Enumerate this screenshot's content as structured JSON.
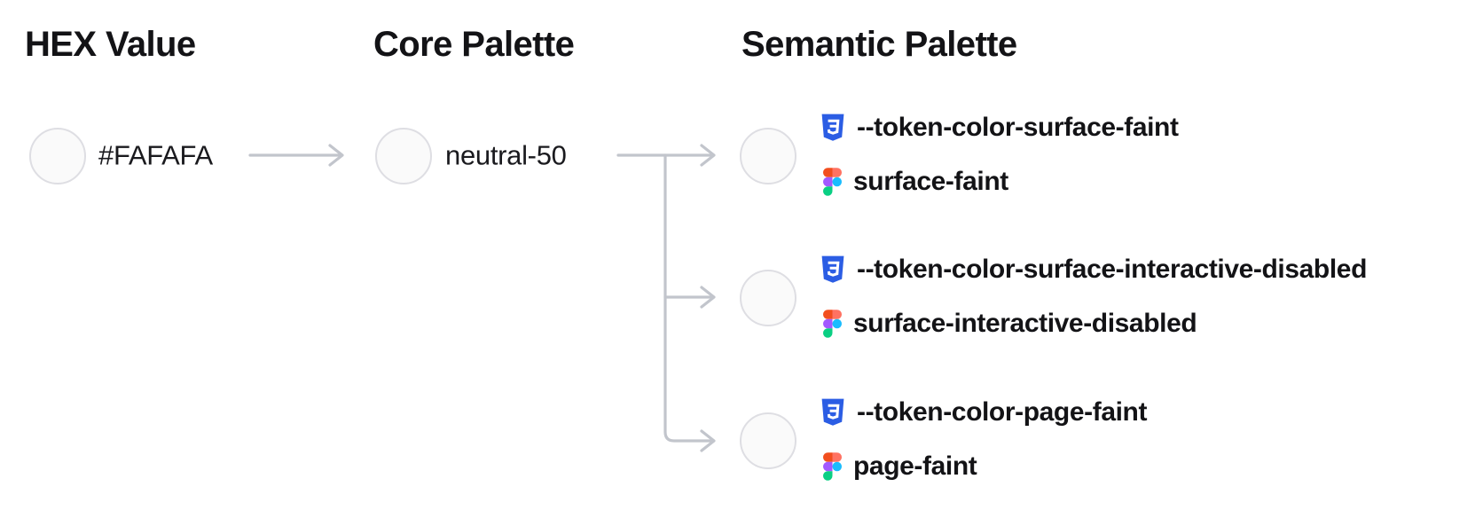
{
  "diagram": {
    "title_columns": {
      "hex": "HEX Value",
      "core": "Core Palette",
      "semantic": "Semantic Palette"
    },
    "hex_value": {
      "label": "#FAFAFA",
      "swatch_color": "#FAFAFA"
    },
    "core_palette": {
      "label": "neutral-50",
      "swatch_color": "#FAFAFA"
    },
    "semantic_tokens": [
      {
        "css_token": "--token-color-surface-faint",
        "figma_token": "surface-faint",
        "swatch_color": "#FAFAFA"
      },
      {
        "css_token": "--token-color-surface-interactive-disabled",
        "figma_token": "surface-interactive-disabled",
        "swatch_color": "#FAFAFA"
      },
      {
        "css_token": "--token-color-page-faint",
        "figma_token": "page-faint",
        "swatch_color": "#FAFAFA"
      }
    ],
    "icons": {
      "css": "css3-shield-icon",
      "figma": "figma-logo-icon"
    },
    "colors": {
      "swatch_fill": "#FAFAFA",
      "swatch_border": "#DEDEE3",
      "connector_gray": "#C2C5CC",
      "text_dark": "#131316",
      "css_icon_blue": "#2B5DE4",
      "figma_red": "#F24E1E",
      "figma_salmon": "#FF7262",
      "figma_purple": "#A259FF",
      "figma_blue": "#1ABCFE",
      "figma_green": "#0ACF83"
    }
  }
}
